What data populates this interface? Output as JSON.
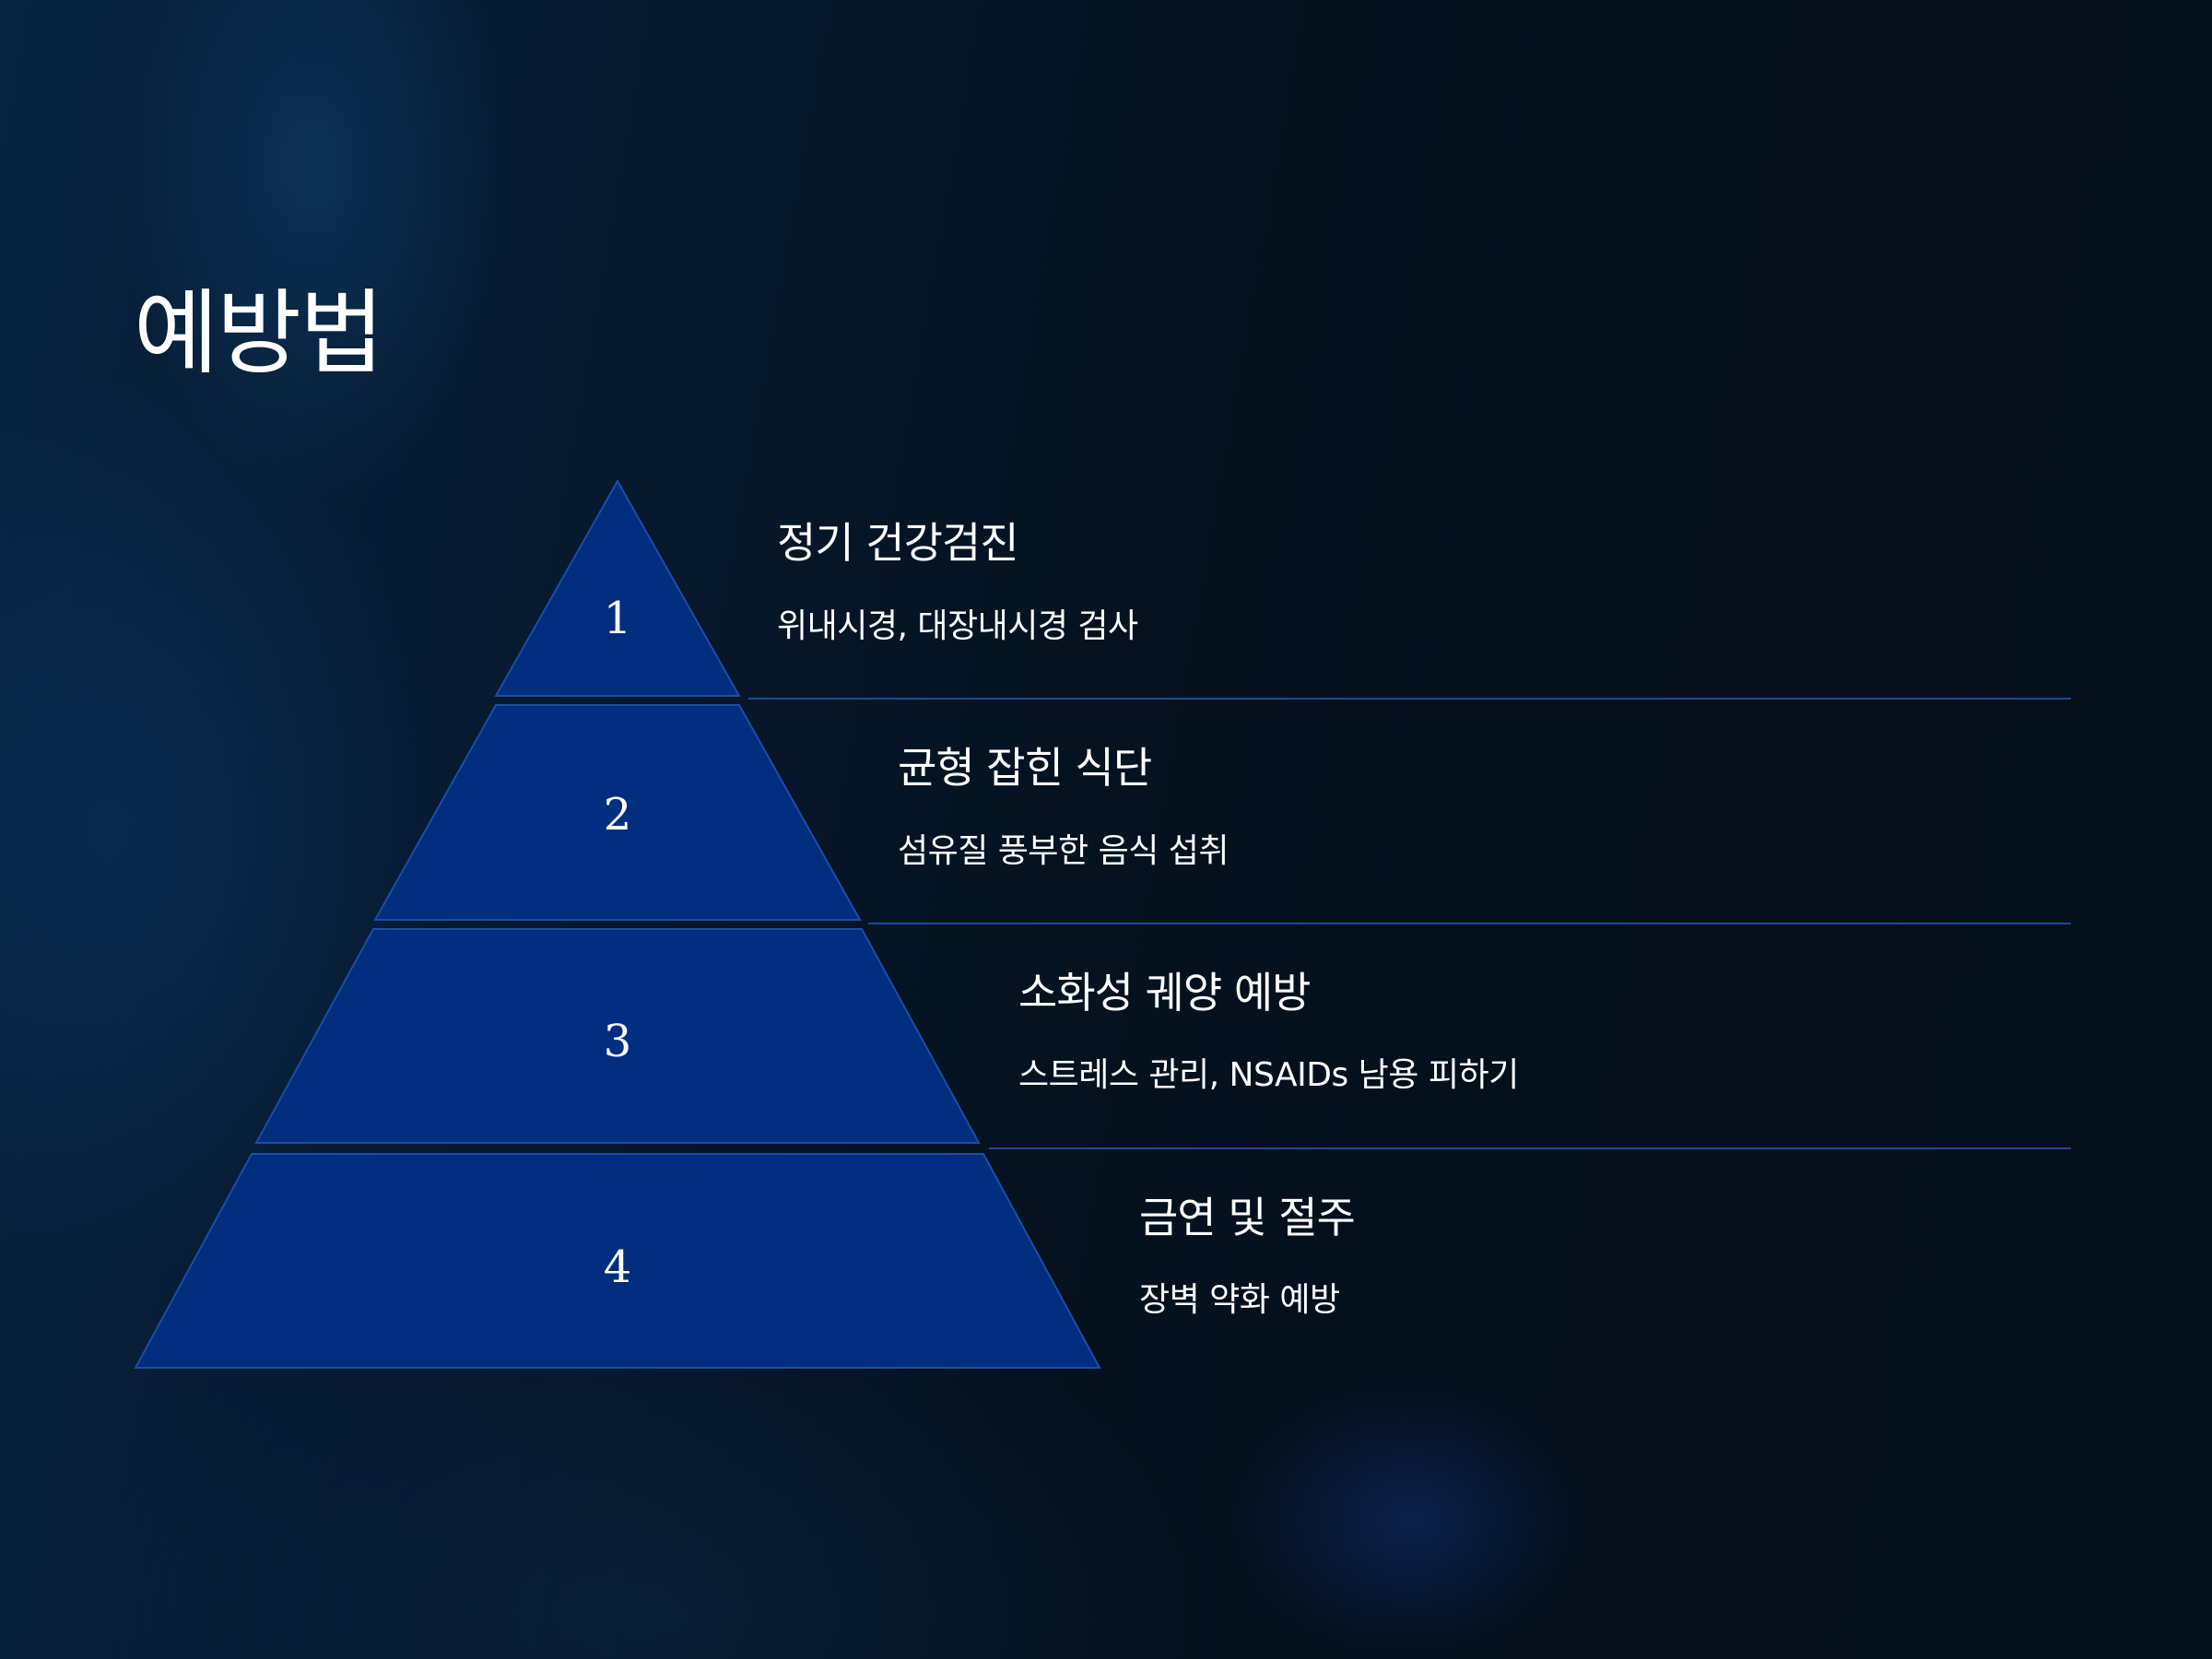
{
  "title": "예방법",
  "colors": {
    "tier_fill": "#022e80",
    "tier_stroke": "#1a4ea8",
    "divider": "#1c4a9c",
    "text": "#ffffff"
  },
  "tiers": [
    {
      "number": "1",
      "title": "정기 건강검진",
      "description": "위내시경, 대장내시경 검사"
    },
    {
      "number": "2",
      "title": "균형 잡힌 식단",
      "description": "섬유질 풍부한 음식 섭취"
    },
    {
      "number": "3",
      "title": "소화성 궤양 예방",
      "description": "스트레스 관리, NSAIDs 남용 피하기"
    },
    {
      "number": "4",
      "title": "금연 및 절주",
      "description": "장벽 약화 예방"
    }
  ]
}
